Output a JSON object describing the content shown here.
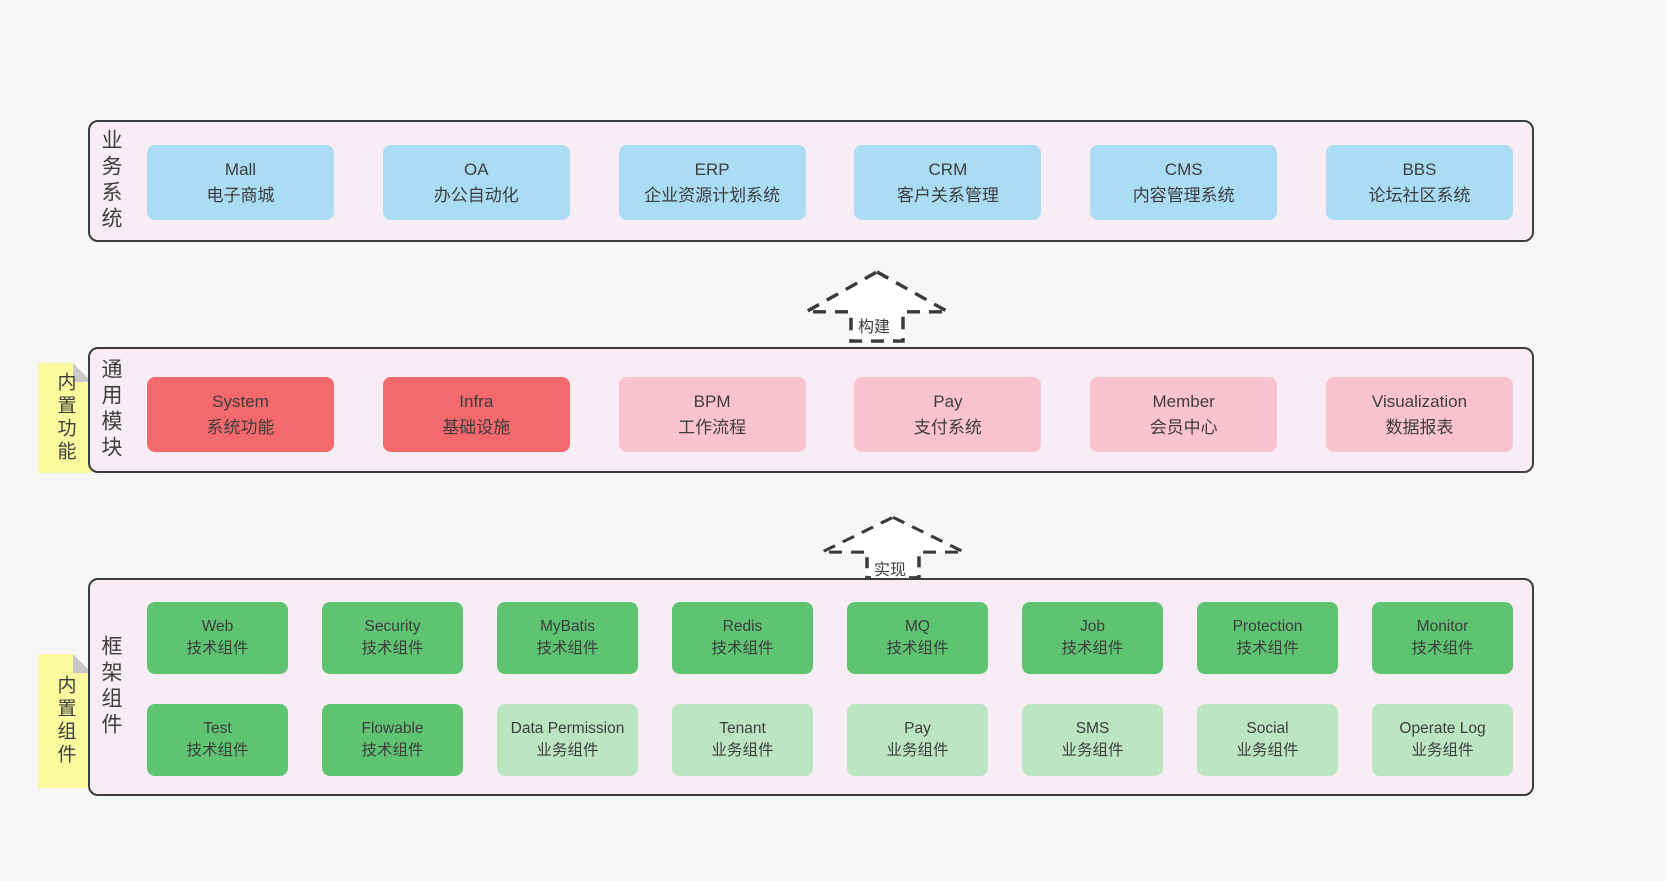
{
  "colors": {
    "page": "#f7f7f7",
    "panel": "#f8ecf5",
    "ink": "#3d3d3d",
    "blue": "#aadcf4",
    "red": "#f4696c",
    "pink": "#fac3cf",
    "green": "#5ec471",
    "lightgreen": "#bce5c2",
    "yellow": "#fbfa9e",
    "fold": "#c9c9c9"
  },
  "arrows": [
    {
      "label": "构建"
    },
    {
      "label": "实现"
    }
  ],
  "panels": [
    {
      "label": "业务系统",
      "boxes": [
        {
          "name": "Mall",
          "desc": "电子商城",
          "variant": "blue"
        },
        {
          "name": "OA",
          "desc": "办公自动化",
          "variant": "blue"
        },
        {
          "name": "ERP",
          "desc": "企业资源计划系统",
          "variant": "blue"
        },
        {
          "name": "CRM",
          "desc": "客户关系管理",
          "variant": "blue"
        },
        {
          "name": "CMS",
          "desc": "内容管理系统",
          "variant": "blue"
        },
        {
          "name": "BBS",
          "desc": "论坛社区系统",
          "variant": "blue"
        }
      ]
    },
    {
      "label": "通用模块",
      "sticky": "内置功能",
      "boxes": [
        {
          "name": "System",
          "desc": "系统功能",
          "variant": "red"
        },
        {
          "name": "Infra",
          "desc": "基础设施",
          "variant": "red"
        },
        {
          "name": "BPM",
          "desc": "工作流程",
          "variant": "pink"
        },
        {
          "name": "Pay",
          "desc": "支付系统",
          "variant": "pink"
        },
        {
          "name": "Member",
          "desc": "会员中心",
          "variant": "pink"
        },
        {
          "name": "Visualization",
          "desc": "数据报表",
          "variant": "pink"
        }
      ]
    },
    {
      "label": "框架组件",
      "sticky": "内置组件",
      "rows": [
        [
          {
            "name": "Web",
            "desc": "技术组件",
            "variant": "green"
          },
          {
            "name": "Security",
            "desc": "技术组件",
            "variant": "green"
          },
          {
            "name": "MyBatis",
            "desc": "技术组件",
            "variant": "green"
          },
          {
            "name": "Redis",
            "desc": "技术组件",
            "variant": "green"
          },
          {
            "name": "MQ",
            "desc": "技术组件",
            "variant": "green"
          },
          {
            "name": "Job",
            "desc": "技术组件",
            "variant": "green"
          },
          {
            "name": "Protection",
            "desc": "技术组件",
            "variant": "green"
          },
          {
            "name": "Monitor",
            "desc": "技术组件",
            "variant": "green"
          }
        ],
        [
          {
            "name": "Test",
            "desc": "技术组件",
            "variant": "green"
          },
          {
            "name": "Flowable",
            "desc": "技术组件",
            "variant": "green"
          },
          {
            "name": "Data Permission",
            "desc": "业务组件",
            "variant": "lightgreen"
          },
          {
            "name": "Tenant",
            "desc": "业务组件",
            "variant": "lightgreen"
          },
          {
            "name": "Pay",
            "desc": "业务组件",
            "variant": "lightgreen"
          },
          {
            "name": "SMS",
            "desc": "业务组件",
            "variant": "lightgreen"
          },
          {
            "name": "Social",
            "desc": "业务组件",
            "variant": "lightgreen"
          },
          {
            "name": "Operate Log",
            "desc": "业务组件",
            "variant": "lightgreen"
          }
        ]
      ]
    }
  ]
}
